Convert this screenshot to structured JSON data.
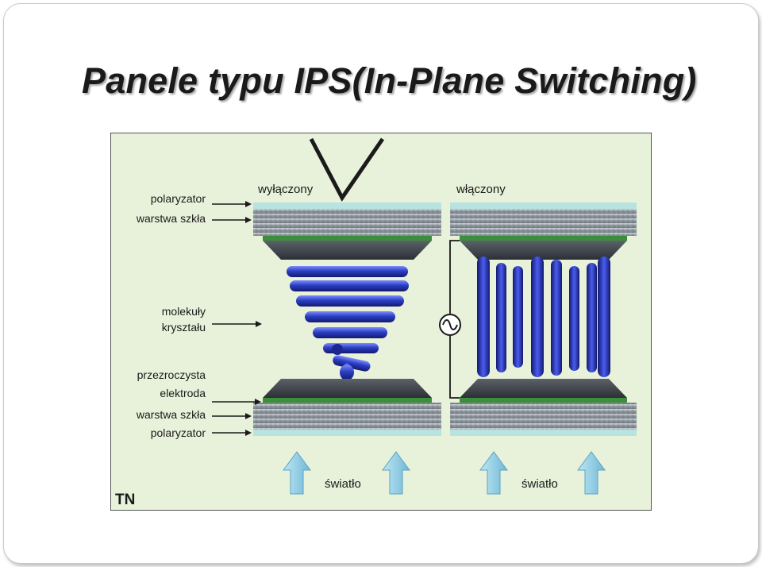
{
  "slide": {
    "title": "Panele typu IPS(In-Plane Switching)"
  },
  "diagram": {
    "state_off": "wyłączony",
    "state_on": "włączony",
    "labels": {
      "polarizer_top": "polaryzator",
      "glass_top": "warstwa szkła",
      "molecules_line1": "molekuły",
      "molecules_line2": "kryształu",
      "electrode_line1": "przezroczysta",
      "electrode_line2": "elektroda",
      "glass_bottom": "warstwa szkła",
      "polarizer_bottom": "polaryzator"
    },
    "light_left": "światło",
    "light_right": "światło",
    "corner_label": "TN",
    "colors": {
      "background": "#e6f0d8",
      "molecule": "#2b3fc4",
      "glass": "#8f9aa3",
      "electrode": "#3c8f3a",
      "light_arrow": "#9fd6ea"
    }
  }
}
